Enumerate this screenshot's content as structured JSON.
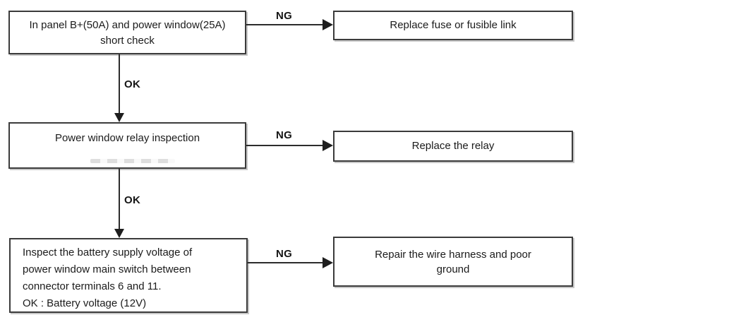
{
  "flowchart": {
    "colors": {
      "background": "#ffffff",
      "box_border": "#3b3b3b",
      "connector_line": "#2c2c2c",
      "text": "#1b1b1b"
    },
    "labels": {
      "ng": "NG",
      "ok": "OK"
    },
    "boxes": {
      "check_fuse": {
        "lines": [
          "In panel B+(50A) and power window(25A)",
          "short check"
        ]
      },
      "replace_fuse": {
        "lines": [
          "Replace fuse or fusible link"
        ]
      },
      "relay_inspection": {
        "lines": [
          "Power window relay inspection"
        ]
      },
      "replace_relay": {
        "lines": [
          "Replace the relay"
        ]
      },
      "battery_voltage": {
        "lines": [
          "Inspect the battery supply voltage of",
          "power window main switch between",
          "connector terminals 6 and 11.",
          "OK : Battery voltage (12V)"
        ]
      },
      "repair_harness": {
        "lines": [
          "Repair the wire harness and poor",
          "ground"
        ]
      }
    },
    "edges": [
      {
        "from": "check_fuse",
        "to": "replace_fuse",
        "label": "NG"
      },
      {
        "from": "check_fuse",
        "to": "relay_inspection",
        "label": "OK"
      },
      {
        "from": "relay_inspection",
        "to": "replace_relay",
        "label": "NG"
      },
      {
        "from": "relay_inspection",
        "to": "battery_voltage",
        "label": "OK"
      },
      {
        "from": "battery_voltage",
        "to": "repair_harness",
        "label": "NG"
      }
    ]
  }
}
